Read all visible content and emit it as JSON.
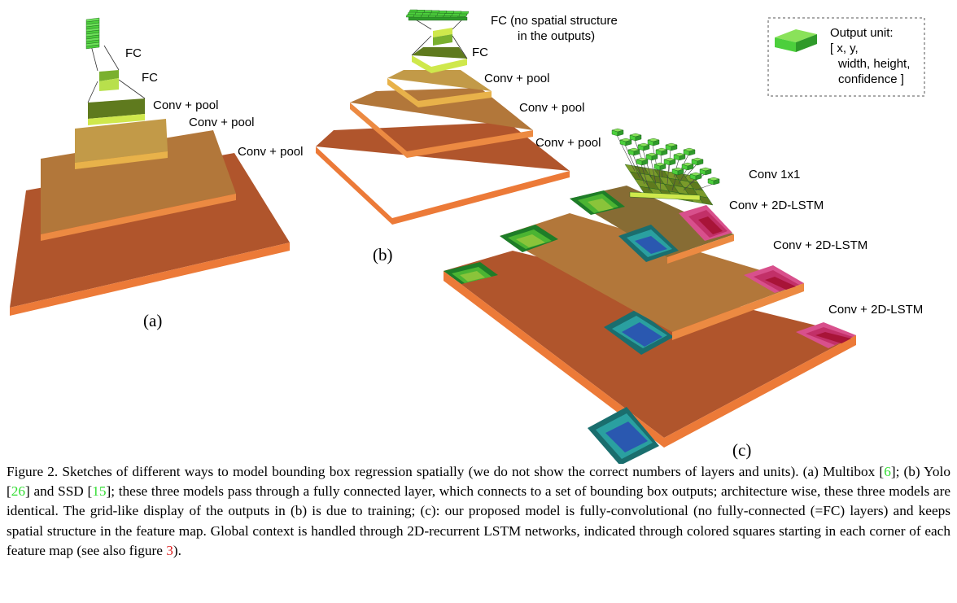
{
  "figure": {
    "panel_a": {
      "label": "(a)",
      "layer_labels": [
        "FC",
        "FC",
        "Conv + pool",
        "Conv + pool",
        "Conv + pool"
      ]
    },
    "panel_b": {
      "label": "(b)",
      "fc_label_line1": "FC (no spatial structure",
      "fc_label_line2": "in the outputs)",
      "layer_labels": [
        "FC",
        "Conv + pool",
        "Conv + pool",
        "Conv + pool"
      ]
    },
    "panel_c": {
      "label": "(c)",
      "layer_labels": [
        "Conv 1x1",
        "Conv + 2D-LSTM",
        "Conv + 2D-LSTM",
        "Conv + 2D-LSTM"
      ]
    },
    "legend": {
      "lines": [
        "Output unit:",
        "[ x, y,",
        "width, height,",
        "confidence ]"
      ]
    },
    "colors": {
      "layer_top": "#b0552c",
      "layer_mid": "#b2773a",
      "layer_small": "#c29a48",
      "layer_edge": "#ec7a38",
      "fc_dark": "#5f7a1e",
      "fc_light": "#cfe84c",
      "output_green": "#4ccf3c",
      "lstm_blue": "#2a58b0",
      "lstm_teal": "#2aa0a0",
      "lstm_red": "#a81438",
      "lstm_pink": "#d8508c"
    }
  },
  "caption": {
    "part1": "Figure 2. Sketches of different ways to model bounding box regression spatially (we do not show the correct numbers of layers and units). (a) Multibox [",
    "ref1": "6",
    "part2": "]; (b) Yolo [",
    "ref2": "26",
    "part3": "] and SSD [",
    "ref3": "15",
    "part4": "]; these three models pass through a fully connected layer, which connects to a set of bounding box outputs; architecture wise, these three models are identical.  The grid-like display of the outputs in (b) is due to training; (c): our proposed model is fully-convolutional (no fully-connected (=FC) layers) and keeps spatial structure in the feature map. Global context is handled through 2D-recurrent LSTM networks, indicated through colored squares starting in each corner of each feature map (see also figure ",
    "ref4": "3",
    "part5": ")."
  }
}
